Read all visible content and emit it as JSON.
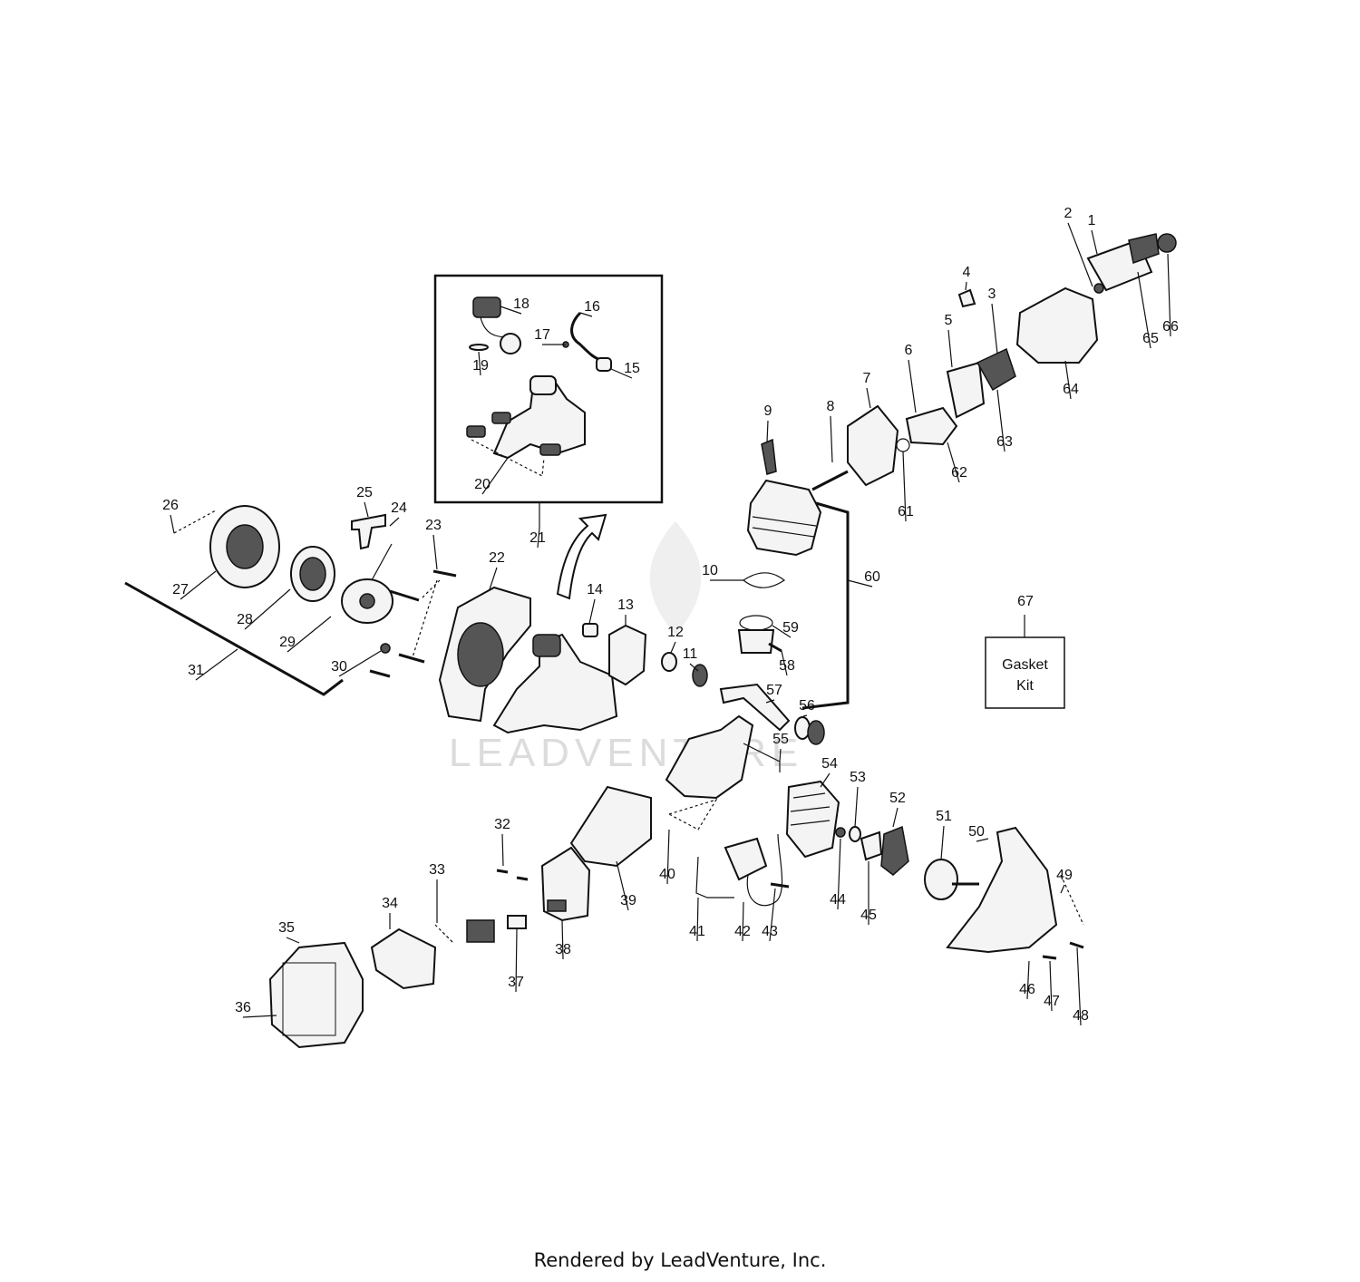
{
  "diagram": {
    "watermark": "LEADVENTURE",
    "footer": "Rendered by LeadVenture, Inc.",
    "kit_box": {
      "line1": "Gasket",
      "line2": "Kit"
    },
    "labels": [
      "1",
      "2",
      "3",
      "4",
      "5",
      "6",
      "7",
      "8",
      "9",
      "10",
      "11",
      "12",
      "13",
      "14",
      "15",
      "16",
      "17",
      "18",
      "19",
      "20",
      "21",
      "22",
      "23",
      "24",
      "25",
      "26",
      "27",
      "28",
      "29",
      "30",
      "31",
      "32",
      "33",
      "34",
      "35",
      "36",
      "37",
      "38",
      "39",
      "40",
      "41",
      "42",
      "43",
      "44",
      "45",
      "46",
      "47",
      "48",
      "49",
      "50",
      "51",
      "52",
      "53",
      "54",
      "55",
      "56",
      "57",
      "58",
      "59",
      "60",
      "61",
      "62",
      "63",
      "64",
      "65",
      "66",
      "67"
    ]
  }
}
